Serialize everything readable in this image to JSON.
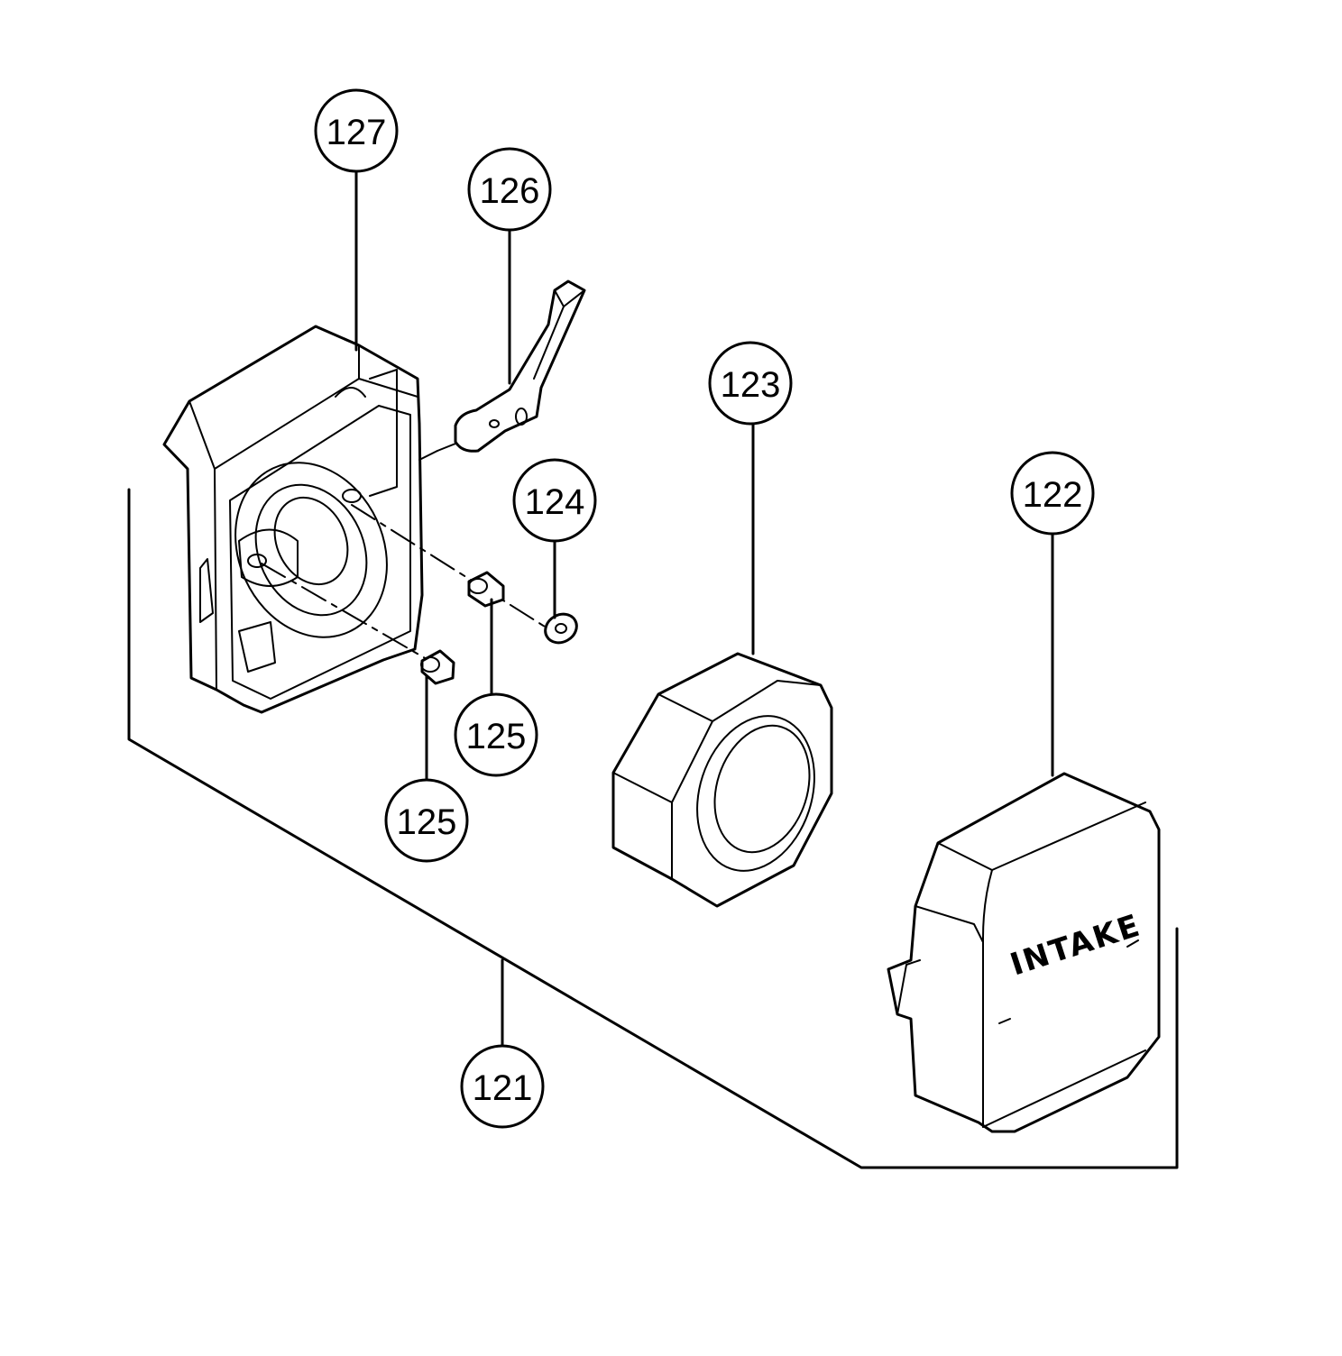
{
  "callouts": {
    "c127": "127",
    "c126": "126",
    "c124": "124",
    "c123": "123",
    "c122": "122",
    "c125a": "125",
    "c125b": "125",
    "c121": "121"
  },
  "part_text": {
    "intake": "INTAKE"
  }
}
